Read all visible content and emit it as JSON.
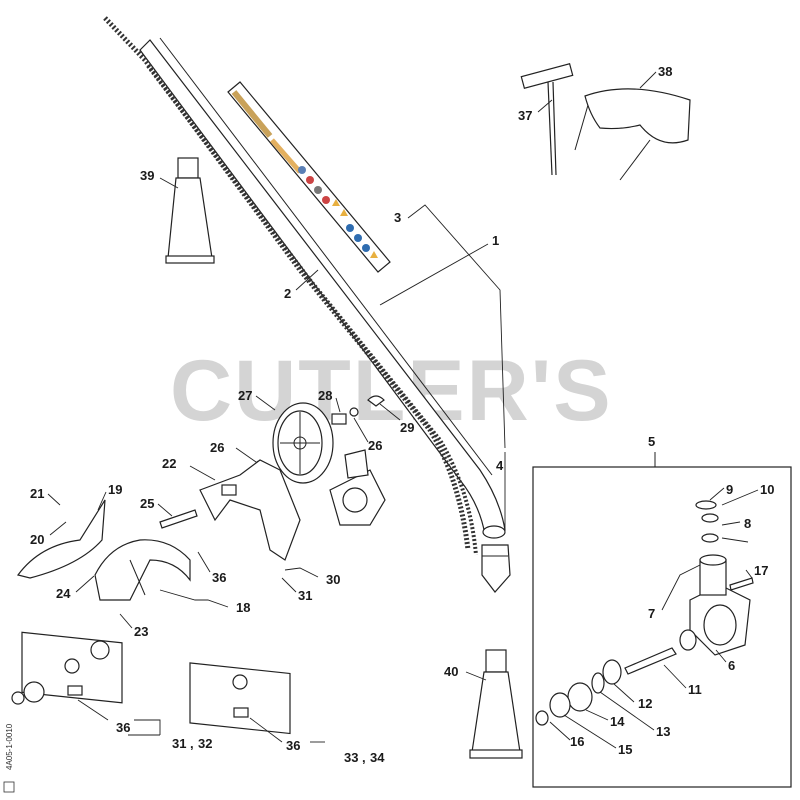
{
  "watermark": "CUTLER'S",
  "drawing_code": "4A05-1-0010",
  "callouts": {
    "p1": "1",
    "p2": "2",
    "p3": "3",
    "p4": "4",
    "p5": "5",
    "p6": "6",
    "p7": "7",
    "p8": "8",
    "p9": "9",
    "p10": "10",
    "p11": "11",
    "p12": "12",
    "p13": "13",
    "p14": "14",
    "p15": "15",
    "p16": "16",
    "p17": "17",
    "p18": "18",
    "p19": "19",
    "p20": "20",
    "p21": "21",
    "p22": "22",
    "p23": "23",
    "p24": "24",
    "p25": "25",
    "p26a": "26",
    "p26b": "26",
    "p27": "27",
    "p28": "28",
    "p29": "29",
    "p30": "30",
    "p31a": "31",
    "p31b": "31",
    "p32": "32",
    "p33": "33",
    "p34": "34",
    "p36a": "36",
    "p36b": "36",
    "p36c": "36",
    "p37": "37",
    "p38": "38",
    "p39": "39",
    "p40": "40",
    "sep_comma_a": ",",
    "sep_comma_b": ","
  }
}
